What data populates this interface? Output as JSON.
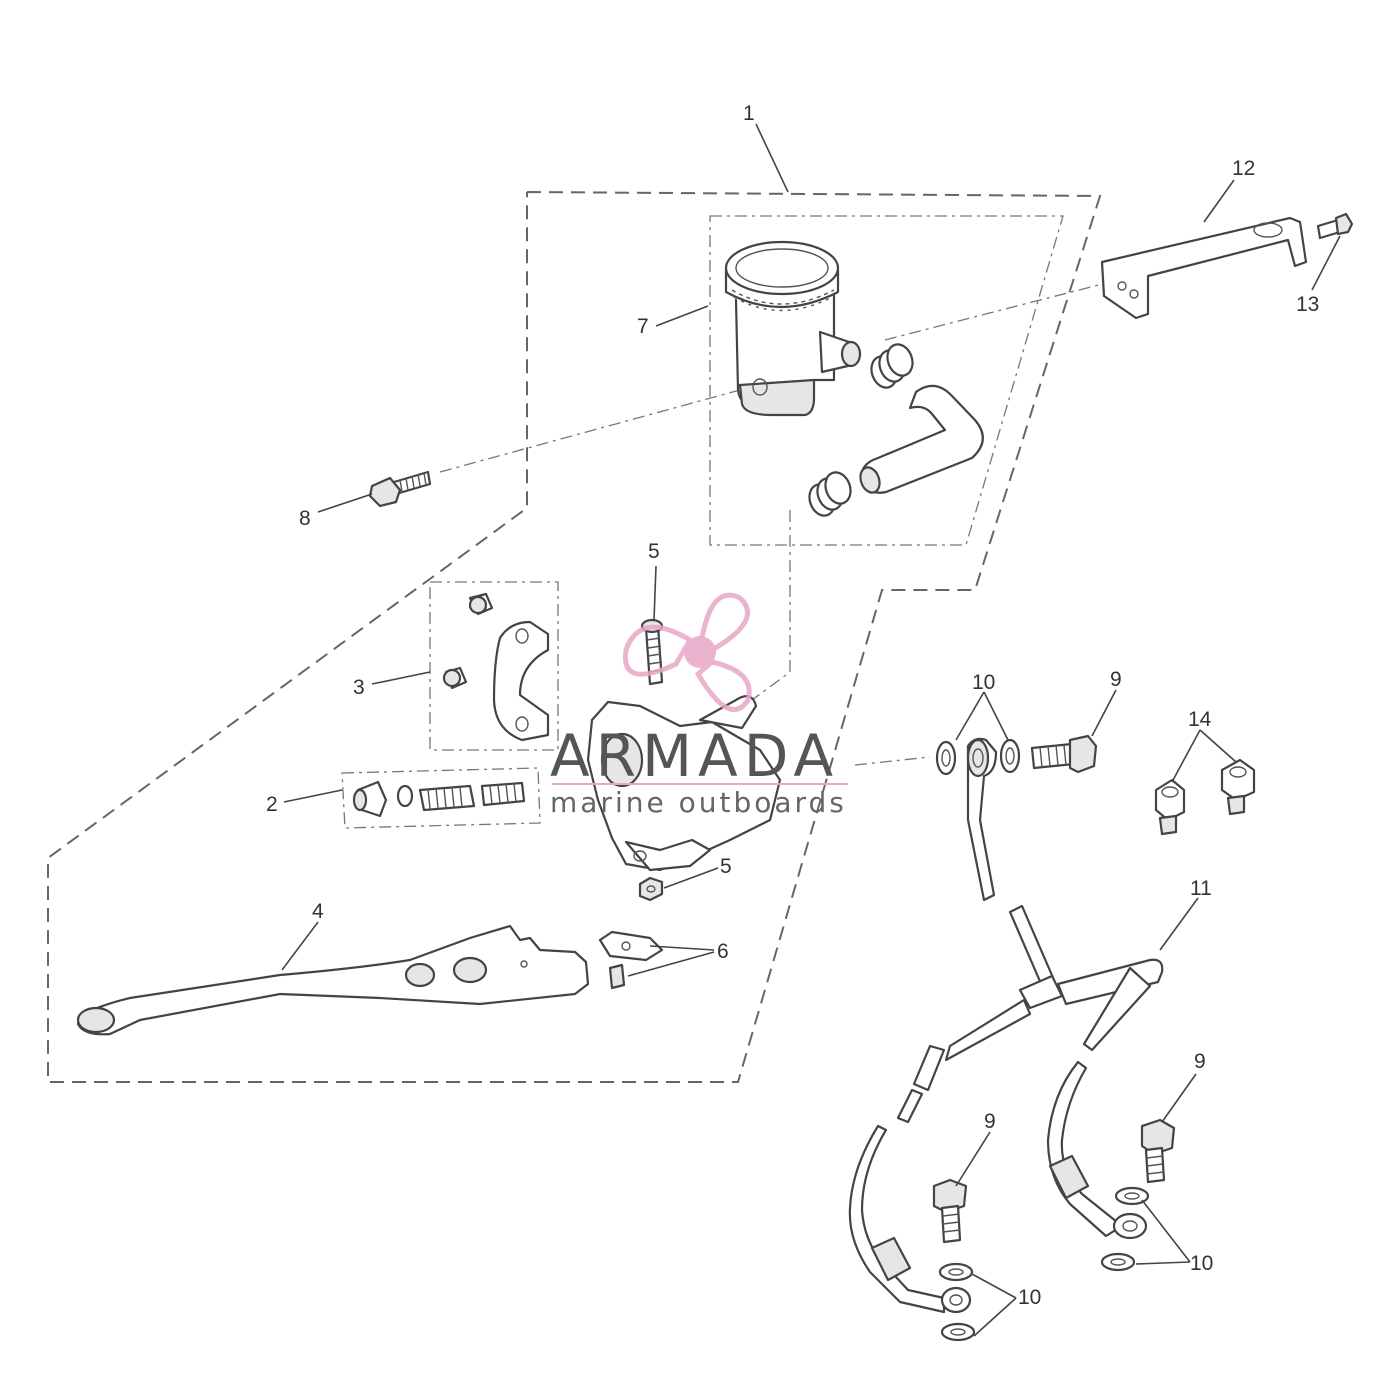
{
  "callouts": {
    "c1": "1",
    "c2": "2",
    "c3": "3",
    "c4": "4",
    "c5a": "5",
    "c5b": "5",
    "c6": "6",
    "c7": "7",
    "c8": "8",
    "c9a": "9",
    "c9b": "9",
    "c9c": "9",
    "c10a": "10",
    "c10b": "10",
    "c10c": "10",
    "c11": "11",
    "c12": "12",
    "c13": "13",
    "c14": "14"
  },
  "watermark": {
    "title": "ARMADA",
    "subtitle": "marine outboards",
    "color": "#e9a6c6",
    "logo_icon": "propeller-icon"
  },
  "colors": {
    "line": "#444444",
    "background": "#ffffff"
  }
}
